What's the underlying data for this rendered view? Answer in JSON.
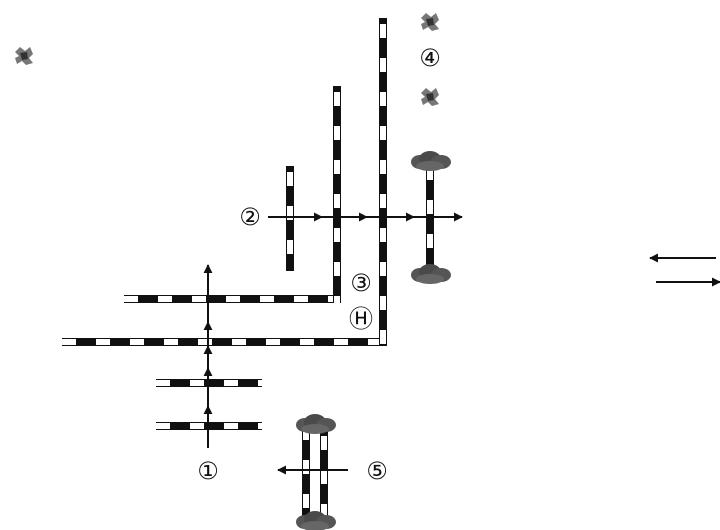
{
  "labels": {
    "label_1": "①",
    "label_2": "②",
    "label_3": "③",
    "label_4": "④",
    "label_5": "⑤",
    "label_h": "Ⓗ"
  },
  "colors": {
    "ink": "#111111",
    "paper": "#ffffff",
    "cloud": "#555555"
  },
  "icons": [
    "debris-icon",
    "cloud-icon",
    "arrow-icon"
  ]
}
